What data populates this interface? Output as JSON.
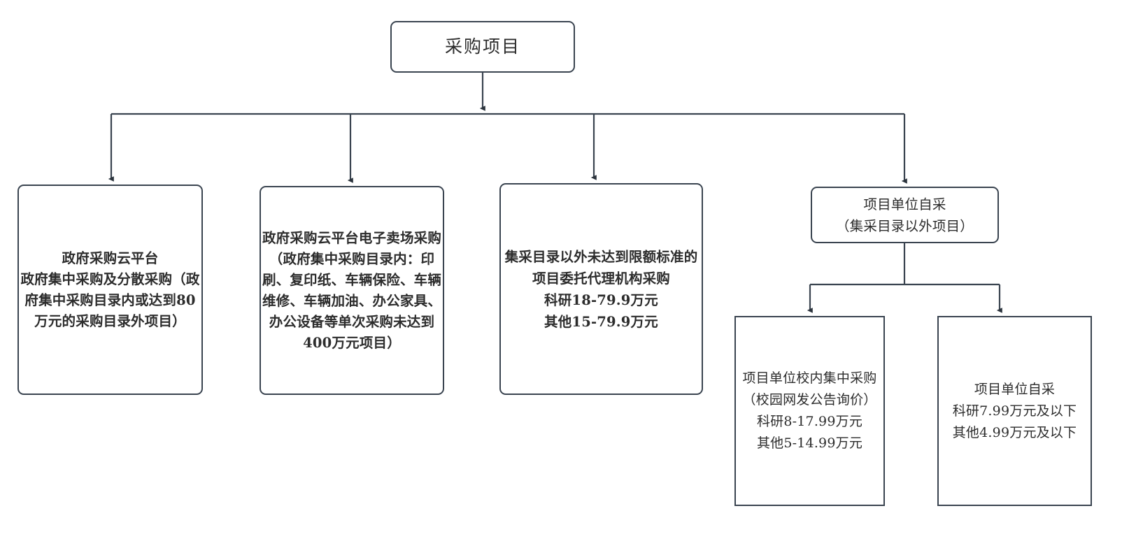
{
  "diagram": {
    "title": "采购项目流程图",
    "stroke_color": "#3a4450",
    "text_color": "#2c2c2c",
    "background": "#ffffff",
    "nodes": [
      {
        "id": "root",
        "name": "procurement-project",
        "label": "采购项目",
        "shape": "rounded-rectangle"
      },
      {
        "id": "cloud_centralized",
        "name": "gov-cloud-centralized-and-decentralized",
        "label": "政府采购云平台\n政府集中采购及分散采购（政府集中采购目录内或达到80万元的采购目录外项目）",
        "shape": "rounded-rectangle"
      },
      {
        "id": "cloud_emarket",
        "name": "gov-cloud-emarket",
        "label": "政府采购云平台电子卖场采购\n（政府集中采购目录内：印刷、复印纸、车辆保险、车辆维修、车辆加油、办公家具、办公设备等单次采购未达到400万元项目）",
        "shape": "rounded-rectangle"
      },
      {
        "id": "agency",
        "name": "agency-entrusted-procurement",
        "label": "集采目录以外未达到限额标准的项目委托代理机构采购\n科研18-79.9万元\n其他15-79.9万元",
        "shape": "rounded-rectangle"
      },
      {
        "id": "self_purchase",
        "name": "unit-self-procurement",
        "label": "项目单位自采\n（集采目录以外项目）",
        "shape": "rounded-rectangle"
      },
      {
        "id": "campus_central",
        "name": "campus-centralized-procurement",
        "label": "项目单位校内集中采购（校园网发公告询价）\n科研8-17.99万元\n其他5-14.99万元",
        "shape": "rectangle"
      },
      {
        "id": "unit_self",
        "name": "unit-self-small-procurement",
        "label": "项目单位自采\n科研7.99万元及以下\n其他4.99万元及以下",
        "shape": "rectangle"
      }
    ],
    "edges": [
      {
        "from": "root",
        "to": "bus",
        "name": "edge-root-to-bus",
        "arrow": true
      },
      {
        "from": "bus",
        "to": "cloud_centralized",
        "name": "edge-bus-to-cloud-centralized",
        "arrow": true
      },
      {
        "from": "bus",
        "to": "cloud_emarket",
        "name": "edge-bus-to-cloud-emarket",
        "arrow": true
      },
      {
        "from": "bus",
        "to": "agency",
        "name": "edge-bus-to-agency",
        "arrow": true
      },
      {
        "from": "bus",
        "to": "self_purchase",
        "name": "edge-bus-to-self-purchase",
        "arrow": true
      },
      {
        "from": "self_purchase",
        "to": "campus_central",
        "name": "edge-self-to-campus-central",
        "arrow": true
      },
      {
        "from": "self_purchase",
        "to": "unit_self",
        "name": "edge-self-to-unit-self",
        "arrow": true
      }
    ]
  }
}
